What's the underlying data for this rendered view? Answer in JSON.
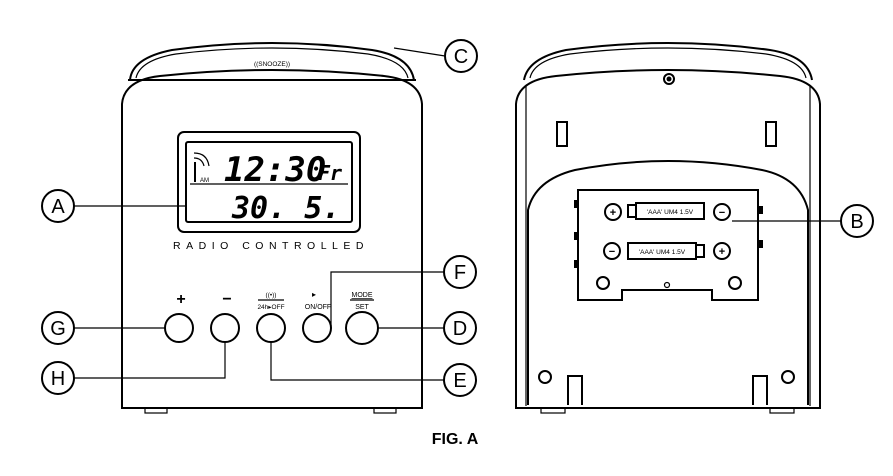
{
  "front": {
    "snooze_label": "((SNOOZE))",
    "display_time": "12:30",
    "display_day": "Fr",
    "display_date": "30. 5.",
    "am_indicator": "AM",
    "radio_controlled": "RADIO CONTROLLED",
    "buttons": {
      "plus": "+",
      "minus": "−",
      "signal_symbol": "((•))",
      "hour_mode": "24h▸OFF",
      "alarm_symbol": "▸",
      "on_off": "ON/OFF",
      "mode": "MODE",
      "set": "SET"
    }
  },
  "back": {
    "battery_1": "'AAA' UM4 1.5V",
    "battery_2": "'AAA' UM4 1.5V",
    "plus": "+",
    "minus": "−"
  },
  "callouts": {
    "A": "A",
    "B": "B",
    "C": "C",
    "D": "D",
    "E": "E",
    "F": "F",
    "G": "G",
    "H": "H"
  },
  "caption": "FIG. A"
}
